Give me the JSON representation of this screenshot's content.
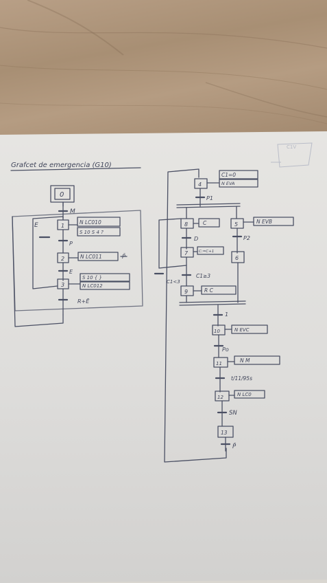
{
  "title": "Grafcet de emergencia (G10)",
  "left": {
    "init_step": "0",
    "t_start": "M",
    "loop_label": "E",
    "s1": {
      "num": "1",
      "a1": "N LC010",
      "a2": "S 10 S 4 ?"
    },
    "t1": "P",
    "s2": {
      "num": "2",
      "a1": "N LC011"
    },
    "s2_side": "P̄",
    "t2": "E",
    "s3": {
      "num": "3",
      "a1": "S 10 { }",
      "a2": "N LC012"
    },
    "t3": "R+Ē"
  },
  "right": {
    "s4": {
      "num": "4",
      "a1": "C1=0",
      "a2": "N EVA"
    },
    "t4": "P1",
    "s8": {
      "num": "8",
      "a1": "C"
    },
    "s5": {
      "num": "5",
      "a1": "N EVB"
    },
    "tD": "D",
    "tP2": "P2",
    "s7": {
      "num": "7",
      "a1": "C:=C+1"
    },
    "s6": {
      "num": "6"
    },
    "tc1lt": "C1<3",
    "tc1ge": "C1≥3",
    "s9": {
      "num": "9",
      "a1": "R C"
    },
    "t9": "1",
    "s10": {
      "num": "10",
      "a1": "N EVC"
    },
    "tPo": "Po",
    "s11": {
      "num": "11",
      "a1": "N M"
    },
    "t11": "t/11/95s",
    "s12": {
      "num": "12",
      "a1": "N LC0"
    },
    "tSN": "SN",
    "s13": {
      "num": "13"
    },
    "t13": "P̄"
  }
}
